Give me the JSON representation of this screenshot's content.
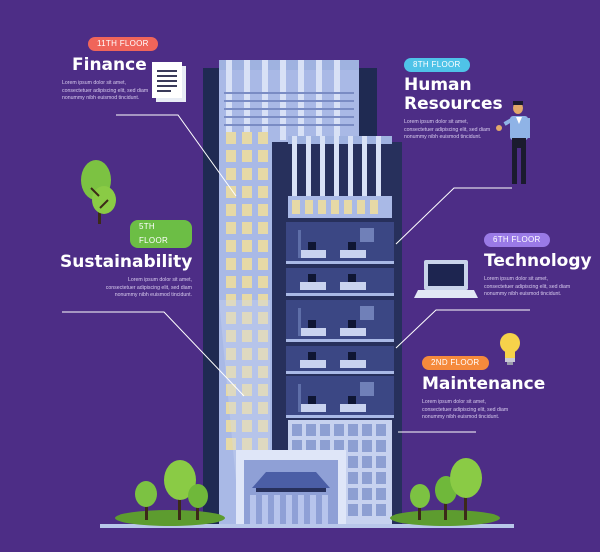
{
  "colors": {
    "background": "#4d2d86",
    "finance_pill": "#f0655a",
    "hr_pill": "#4fc3e8",
    "sustainability_pill": "#6cbe45",
    "technology_pill": "#9a7ae6",
    "maintenance_pill": "#f58a3c"
  },
  "finance": {
    "floor": "11TH FLOOR",
    "title": "Finance",
    "body": [
      "Lorem ipsum dolor sit amet,",
      "consectetuer adipiscing elit, sed diam",
      "nonummy nibh euismod tincidunt."
    ]
  },
  "human_resources": {
    "floor": "8TH FLOOR",
    "title_line1": "Human",
    "title_line2": "Resources",
    "body": [
      "Lorem ipsum dolor sit amet,",
      "consectetuer adipiscing elit, sed diam",
      "nonummy nibh euismod tincidunt."
    ]
  },
  "sustainability": {
    "floor": "5TH FLOOR",
    "title": "Sustainability",
    "body": [
      "Lorem ipsum dolor sit amet,",
      "consectetuer adipiscing elit, sed diam",
      "nonummy nibh euismod tincidunt."
    ]
  },
  "technology": {
    "floor": "6TH FLOOR",
    "title": "Technology",
    "body": [
      "Lorem ipsum dolor sit amet,",
      "consectetuer adipiscing elit, sed diam",
      "nonummy nibh euismod tincidunt."
    ]
  },
  "maintenance": {
    "floor": "2ND FLOOR",
    "title": "Maintenance",
    "body": [
      "Lorem ipsum dolor sit amet,",
      "consectetuer adipiscing elit, sed diam",
      "nonummy nibh euismod tincidunt."
    ]
  },
  "icons": {
    "finance": "document-icon",
    "hr": "businessman-icon",
    "sustainability": "tree-icon",
    "technology": "laptop-icon",
    "maintenance": "lightbulb-icon"
  }
}
